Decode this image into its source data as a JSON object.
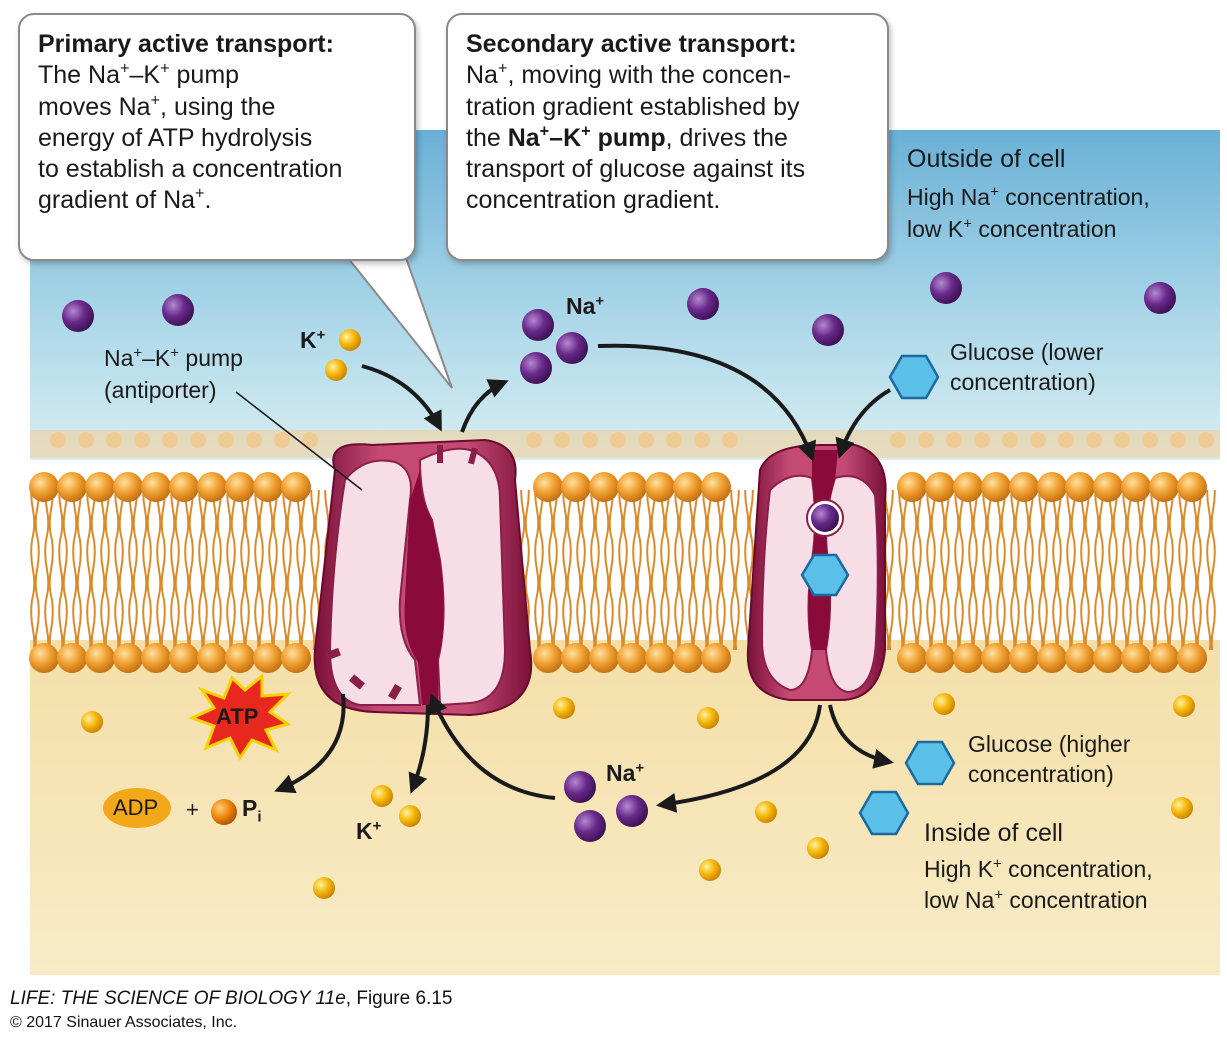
{
  "primary_box": {
    "title": "Primary active transport:",
    "line1": "The Na",
    "line1b": "–K",
    "line1c": " pump",
    "line2a": "moves Na",
    "line2b": ", using the",
    "line3": "energy of ATP hydrolysis",
    "line4": "to establish a concentration",
    "line5a": "gradient of Na",
    "line5b": "."
  },
  "secondary_box": {
    "title": "Secondary active transport:",
    "line1a": "Na",
    "line1b": ", moving with the concen-",
    "line2": "tration gradient established by",
    "line3a": "the ",
    "line3b": "Na",
    "line3c": "–K",
    "line3d": " pump",
    "line3e": ", drives the",
    "line4": "transport of glucose against its",
    "line5": "concentration gradient."
  },
  "outside": {
    "title": "Outside of cell",
    "line1a": "High Na",
    "line1b": " concentration,",
    "line2a": "low K",
    "line2b": " concentration"
  },
  "inside": {
    "title": "Inside of cell",
    "line1a": "High K",
    "line1b": " concentration,",
    "line2a": "low Na",
    "line2b": " concentration"
  },
  "labels": {
    "pump_a": "Na",
    "pump_b": "–K",
    "pump_c": " pump",
    "pump_2": "(antiporter)",
    "k_top": "K",
    "na_top": "Na",
    "glucose_lower_1": "Glucose (lower",
    "glucose_lower_2": "concentration)",
    "glucose_higher_1": "Glucose (higher",
    "glucose_higher_2": "concentration)",
    "na_bottom": "Na",
    "k_bottom": "K",
    "atp": "ATP",
    "adp": "ADP",
    "plus": "+",
    "pi": "P",
    "pi_sub": "i",
    "sup_plus": "+"
  },
  "credit": {
    "book": "LIFE: THE SCIENCE OF BIOLOGY 11e",
    "figure": ", Figure 6.15",
    "copyright": "© 2017 Sinauer Associates, Inc."
  },
  "colors": {
    "sodium": "#6a2a8c",
    "potassium": "#f2b40a",
    "glucose": "#5bc0e8",
    "protein": "#9a1f4a",
    "lipid_head": "#f0a030",
    "outside": "#8fc8e0",
    "inside": "#f6e4b0"
  }
}
